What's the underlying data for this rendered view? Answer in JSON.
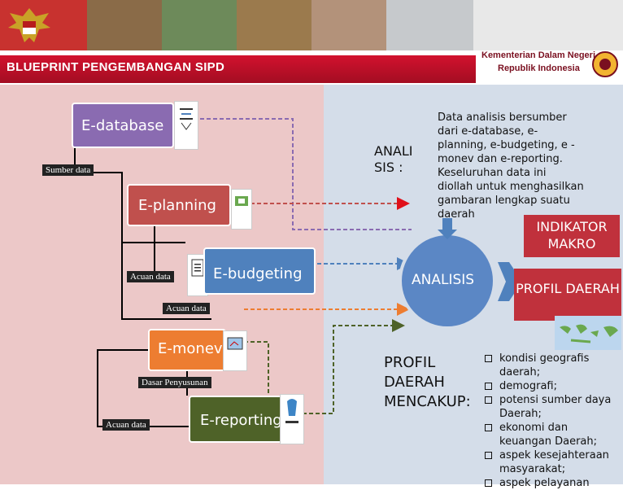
{
  "header": {
    "title": "BLUEPRINT PENGEMBANGAN SIPD",
    "ministry_line1": "Kementerian Dalam Negeri",
    "ministry_line2": "Republik Indonesia"
  },
  "flow": {
    "edatabase": "E-database",
    "eplanning": "E-planning",
    "ebudgeting": "E-budgeting",
    "emonev": "E-monev",
    "ereporting": "E-reporting",
    "sumber_data": "Sumber data",
    "acuan_data_1": "Acuan data",
    "acuan_data_2": "Acuan data",
    "dasar_penyusunan": "Dasar Penyusunan",
    "acuan_data_3": "Acuan data"
  },
  "analysis": {
    "word_line1": "ANALI",
    "word_line2": "SIS :",
    "description": "Data analisis bersumber dari e-database, e-planning, e-budgeting, e -monev dan e-reporting. Keseluruhan data ini diollah untuk menghasilkan gambaran lengkap suatu daerah",
    "circle_label": "ANALISIS"
  },
  "outputs": {
    "indikator": "INDIKATOR MAKRO",
    "profil": "PROFIL DAERAH"
  },
  "profil_daerah": {
    "heading_line1": "PROFIL",
    "heading_line2": "DAERAH",
    "heading_line3": "MENCAKUP:",
    "items": [
      "kondisi geografis daerah;",
      "demografi;",
      "potensi sumber daya Daerah;",
      "ekonomi dan keuangan Daerah;",
      "aspek kesejahteraan masyarakat;",
      "aspek pelayanan"
    ]
  },
  "colors": {
    "title_red": "#c0102a",
    "left_bg": "#ecc8c8",
    "right_bg": "#d4dde9",
    "edatabase": "#8a6bb1",
    "eplanning": "#c0504d",
    "ebudgeting": "#4f81bd",
    "emonev": "#ed7d31",
    "ereporting": "#4e6228"
  }
}
